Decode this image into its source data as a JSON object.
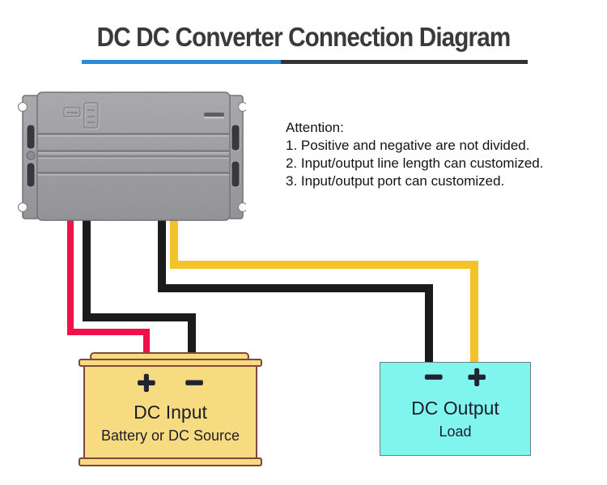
{
  "header": {
    "title": "DC DC Converter Connection Diagram",
    "title_color": "#3a3a3a",
    "underline_blue": "#2a8cd8",
    "underline_dark": "#333333"
  },
  "attention": {
    "heading": "Attention:",
    "items": [
      "1. Positive and negative are not divided.",
      "2. Input/output line length can customized.",
      "3. Input/output port can customized."
    ]
  },
  "converter": {
    "body_color": "#9c9ca0",
    "edge_color": "#6f6f73",
    "slot_color": "#2c2c30"
  },
  "wires": [
    {
      "name": "input-positive-wire",
      "color": "#f0114a",
      "connects": "converter to DC Input +"
    },
    {
      "name": "input-negative-wire",
      "color": "#1b1b1b",
      "connects": "converter to DC Input −"
    },
    {
      "name": "output-negative-wire",
      "color": "#1b1b1b",
      "connects": "converter to DC Output −"
    },
    {
      "name": "output-positive-wire",
      "color": "#f3c327",
      "connects": "converter to DC Output +"
    }
  ],
  "input_box": {
    "plus": "+",
    "minus": "−",
    "title": "DC Input",
    "subtitle": "Battery or DC Source",
    "fill": "#f6db80",
    "border": "#82463a"
  },
  "output_box": {
    "minus": "−",
    "plus": "+",
    "title": "DC Output",
    "subtitle": "Load",
    "fill": "#80f5ee",
    "border": "#6e8082"
  }
}
